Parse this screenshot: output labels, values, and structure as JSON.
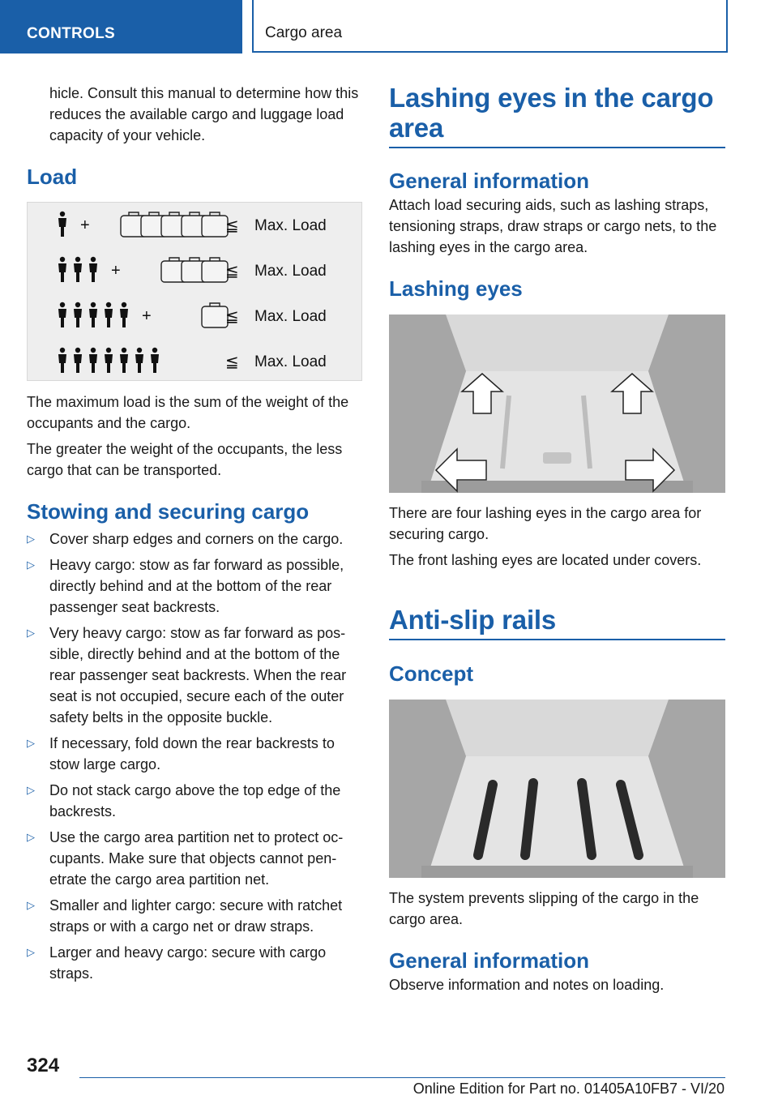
{
  "header": {
    "section": "CONTROLS",
    "title": "Cargo area"
  },
  "left": {
    "intro": "hicle. Consult this manual to determine how this reduces the available cargo and luggage load capacity of your vehicle.",
    "load_heading": "Load",
    "load_figure": {
      "rows": [
        {
          "persons": 1,
          "cases": 5,
          "label": "Max. Load"
        },
        {
          "persons": 3,
          "cases": 3,
          "label": "Max. Load"
        },
        {
          "persons": 5,
          "cases": 1,
          "label": "Max. Load"
        },
        {
          "persons": 7,
          "cases": 0,
          "label": "Max. Load"
        }
      ],
      "plus": "+",
      "leq": "≦"
    },
    "load_p1": "The maximum load is the sum of the weight of the occupants and the cargo.",
    "load_p2": "The greater the weight of the occupants, the less cargo that can be transported.",
    "stow_heading": "Stowing and securing cargo",
    "bullet_mark": "▷",
    "bullets": [
      "Cover sharp edges and corners on the cargo.",
      "Heavy cargo: stow as far forward as possible, directly behind and at the bottom of the rear passenger seat backrests.",
      "Very heavy cargo: stow as far forward as pos‐sible, directly behind and at the bottom of the rear passenger seat backrests. When the rear seat is not occupied, secure each of the outer safety belts in the opposite buckle.",
      "If necessary, fold down the rear backrests to stow large cargo.",
      "Do not stack cargo above the top edge of the backrests.",
      "Use the cargo area partition net to protect oc‐cupants. Make sure that objects cannot pen‐etrate the cargo area partition net.",
      "Smaller and lighter cargo: secure with ratchet straps or with a cargo net or draw straps.",
      "Larger and heavy cargo: secure with cargo straps."
    ]
  },
  "right": {
    "lashing_title": "Lashing eyes in the cargo area",
    "general_info_1": "General information",
    "general_text_1": "Attach load securing aids, such as lashing straps, tensioning straps, draw straps or cargo nets, to the lashing eyes in the cargo area.",
    "lashing_eyes_heading": "Lashing eyes",
    "lashing_p1": "There are four lashing eyes in the cargo area for securing cargo.",
    "lashing_p2": "The front lashing eyes are located under covers.",
    "antislip_title": "Anti-slip rails",
    "concept_heading": "Concept",
    "concept_p": "The system prevents slipping of the cargo in the cargo area.",
    "general_info_2": "General information",
    "general_text_2": "Observe information and notes on loading."
  },
  "footer": {
    "page": "324",
    "edition": "Online Edition for Part no. 01405A10FB7 - VI/20"
  }
}
